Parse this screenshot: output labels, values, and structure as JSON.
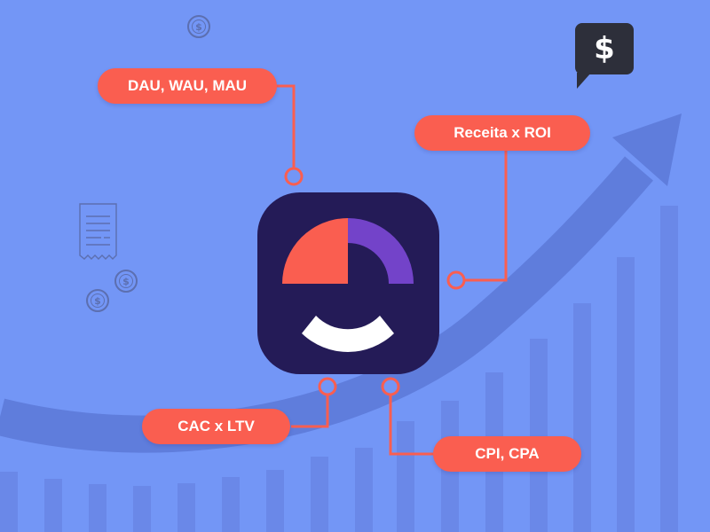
{
  "labels": {
    "top_left": "DAU, WAU, MAU",
    "top_right": "Receita x ROI",
    "bottom_left": "CAC x LTV",
    "bottom_right": "CPI, CPA"
  },
  "speech_bubble": {
    "symbol": "$"
  },
  "coin_symbol": "$",
  "colors": {
    "background": "#7396f6",
    "pill": "#fa5e50",
    "connector": "#fa5e50",
    "app_icon": "#241b57",
    "icon_coral": "#fa5e50",
    "icon_purple": "#7343c9",
    "icon_white": "#ffffff",
    "trend": "#5f7ddc",
    "bars": "#6a88e8",
    "speech_bubble": "#2d2f3a"
  },
  "icons": {
    "app": "analytics-app-icon",
    "trend": "trend-arrow-icon",
    "receipt": "receipt-icon",
    "coin": "dollar-coin-icon",
    "speech": "dollar-speech-bubble-icon"
  }
}
